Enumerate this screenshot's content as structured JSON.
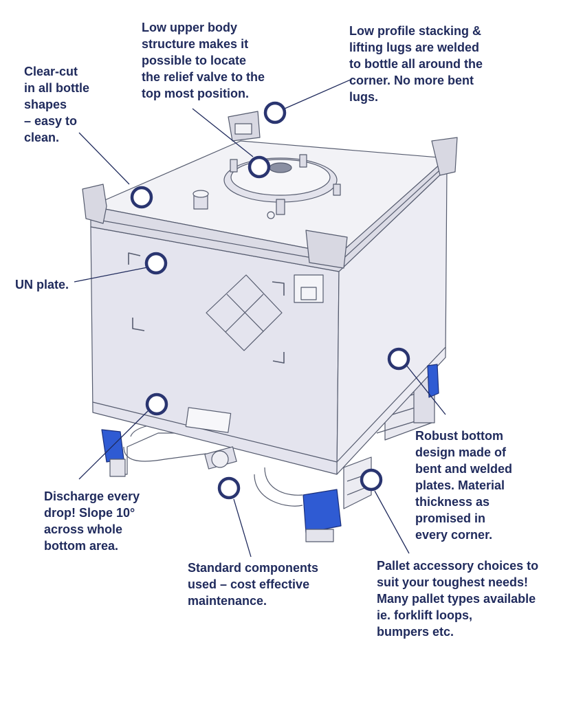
{
  "colors": {
    "text": "#1f2a5c",
    "marker": "#2a3570",
    "leader": "#1f2a5c",
    "tank_panel": "#e6e6ef",
    "tank_top": "#f1f1f5",
    "tank_outline": "#555b6e",
    "corner_clamp": "#2f5bd3"
  },
  "callouts": [
    {
      "id": "low-upper-body",
      "text": "Low upper body\nstructure makes it\npossible to locate\nthe relief valve to the\ntop most position."
    },
    {
      "id": "stacking-lugs",
      "text": "Low profile stacking &\nlifting lugs are welded\nto bottle all around the\ncorner. No more bent\nlugs."
    },
    {
      "id": "clear-cut",
      "text": "Clear-cut\nin all bottle\nshapes\n– easy to\nclean."
    },
    {
      "id": "un-plate",
      "text": "UN plate."
    },
    {
      "id": "robust-bottom",
      "text": "Robust bottom\ndesign made of\nbent and welded\nplates. Material\nthickness as\npromised in\nevery corner."
    },
    {
      "id": "discharge",
      "text": "Discharge every\ndrop! Slope 10°\nacross whole\nbottom area."
    },
    {
      "id": "standard-components",
      "text": "Standard components\nused – cost effective\nmaintenance."
    },
    {
      "id": "pallet-accessory",
      "text": "Pallet accessory choices to\nsuit your toughest needs!\nMany pallet types available\nie. forklift loops,\nbumpers etc."
    }
  ]
}
